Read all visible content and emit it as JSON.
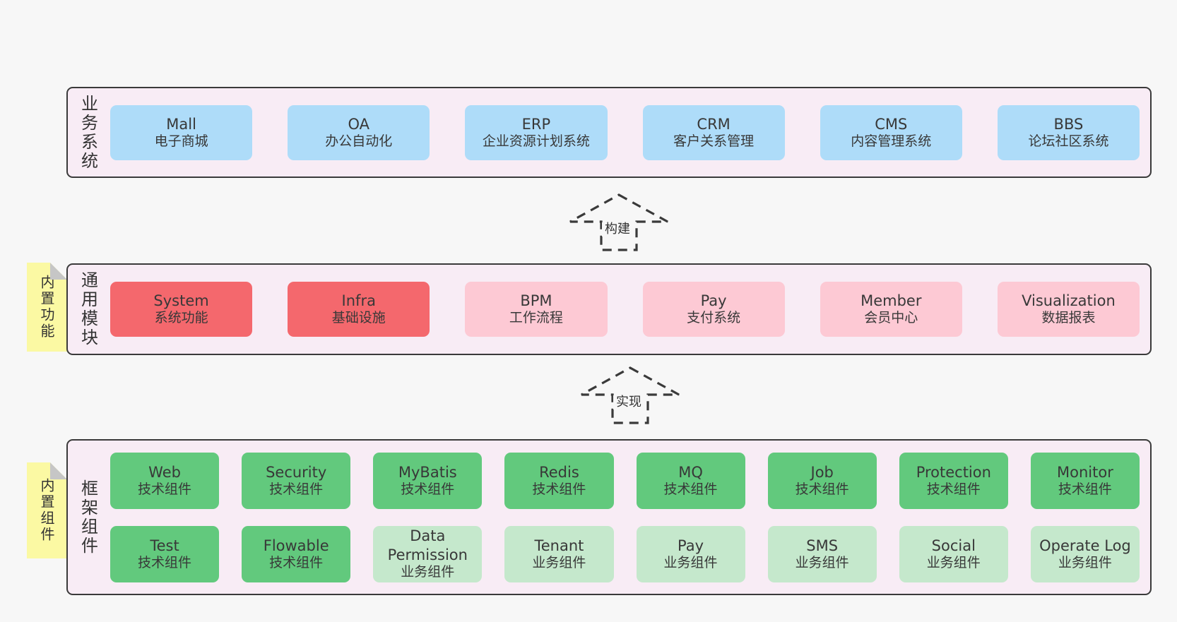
{
  "colors": {
    "page_bg": "#f7f7f7",
    "container_fill": "#f8ecf5",
    "border": "#3a3a3a",
    "text": "#383838",
    "blue_box": "#aedcf9",
    "red_box": "#f4686d",
    "pink_box": "#fdc9d4",
    "green_box": "#62c97d",
    "light_green_box": "#c5e8cc",
    "tag_yellow": "#fbf9a3",
    "tag_fold_gray": "#c6c6c6"
  },
  "arrows": [
    {
      "label": "构建"
    },
    {
      "label": "实现"
    }
  ],
  "layers": [
    {
      "label": "业务系统",
      "tag": null,
      "boxes": [
        {
          "title": "Mall",
          "subtitle": "电子商城"
        },
        {
          "title": "OA",
          "subtitle": "办公自动化"
        },
        {
          "title": "ERP",
          "subtitle": "企业资源计划系统"
        },
        {
          "title": "CRM",
          "subtitle": "客户关系管理"
        },
        {
          "title": "CMS",
          "subtitle": "内容管理系统"
        },
        {
          "title": "BBS",
          "subtitle": "论坛社区系统"
        }
      ]
    },
    {
      "label": "通用模块",
      "tag": "内置功能",
      "boxes": [
        {
          "title": "System",
          "subtitle": "系统功能"
        },
        {
          "title": "Infra",
          "subtitle": "基础设施"
        },
        {
          "title": "BPM",
          "subtitle": "工作流程"
        },
        {
          "title": "Pay",
          "subtitle": "支付系统"
        },
        {
          "title": "Member",
          "subtitle": "会员中心"
        },
        {
          "title": "Visualization",
          "subtitle": "数据报表"
        }
      ]
    },
    {
      "label": "框架组件",
      "tag": "内置组件",
      "rows": [
        [
          {
            "title": "Web",
            "subtitle": "技术组件"
          },
          {
            "title": "Security",
            "subtitle": "技术组件"
          },
          {
            "title": "MyBatis",
            "subtitle": "技术组件"
          },
          {
            "title": "Redis",
            "subtitle": "技术组件"
          },
          {
            "title": "MQ",
            "subtitle": "技术组件"
          },
          {
            "title": "Job",
            "subtitle": "技术组件"
          },
          {
            "title": "Protection",
            "subtitle": "技术组件"
          },
          {
            "title": "Monitor",
            "subtitle": "技术组件"
          }
        ],
        [
          {
            "title": "Test",
            "subtitle": "技术组件"
          },
          {
            "title": "Flowable",
            "subtitle": "技术组件"
          },
          {
            "title": "Data Permission",
            "subtitle": "业务组件"
          },
          {
            "title": "Tenant",
            "subtitle": "业务组件"
          },
          {
            "title": "Pay",
            "subtitle": "业务组件"
          },
          {
            "title": "SMS",
            "subtitle": "业务组件"
          },
          {
            "title": "Social",
            "subtitle": "业务组件"
          },
          {
            "title": "Operate Log",
            "subtitle": "业务组件"
          }
        ]
      ]
    }
  ]
}
